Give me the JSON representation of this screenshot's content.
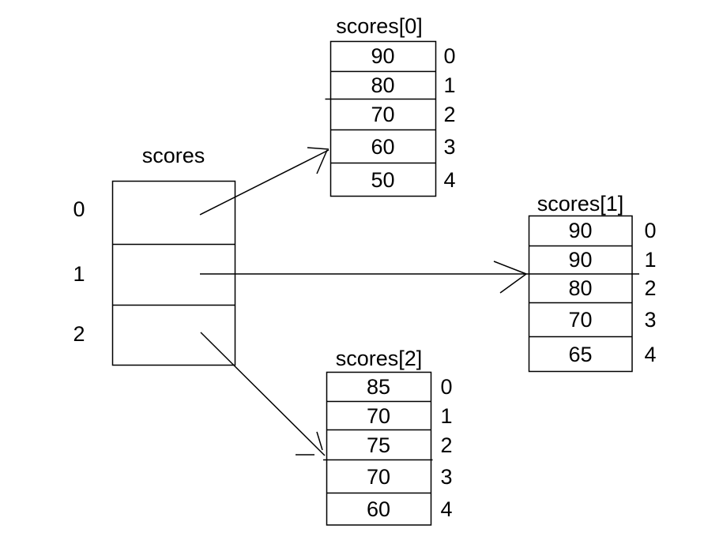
{
  "figure": {
    "background_color": "#ffffff",
    "line_color": "#000000",
    "text_color": "#000000"
  },
  "pointer_array": {
    "label": "scores",
    "indices": [
      "0",
      "1",
      "2"
    ]
  },
  "arrays": [
    {
      "title": "scores[0]",
      "values": [
        "90",
        "80",
        "70",
        "60",
        "50"
      ],
      "indices": [
        "0",
        "1",
        "2",
        "3",
        "4"
      ]
    },
    {
      "title": "scores[1]",
      "values": [
        "90",
        "90",
        "80",
        "70",
        "65"
      ],
      "indices": [
        "0",
        "1",
        "2",
        "3",
        "4"
      ]
    },
    {
      "title": "scores[2]",
      "values": [
        "85",
        "70",
        "75",
        "70",
        "60"
      ],
      "indices": [
        "0",
        "1",
        "2",
        "3",
        "4"
      ]
    }
  ]
}
